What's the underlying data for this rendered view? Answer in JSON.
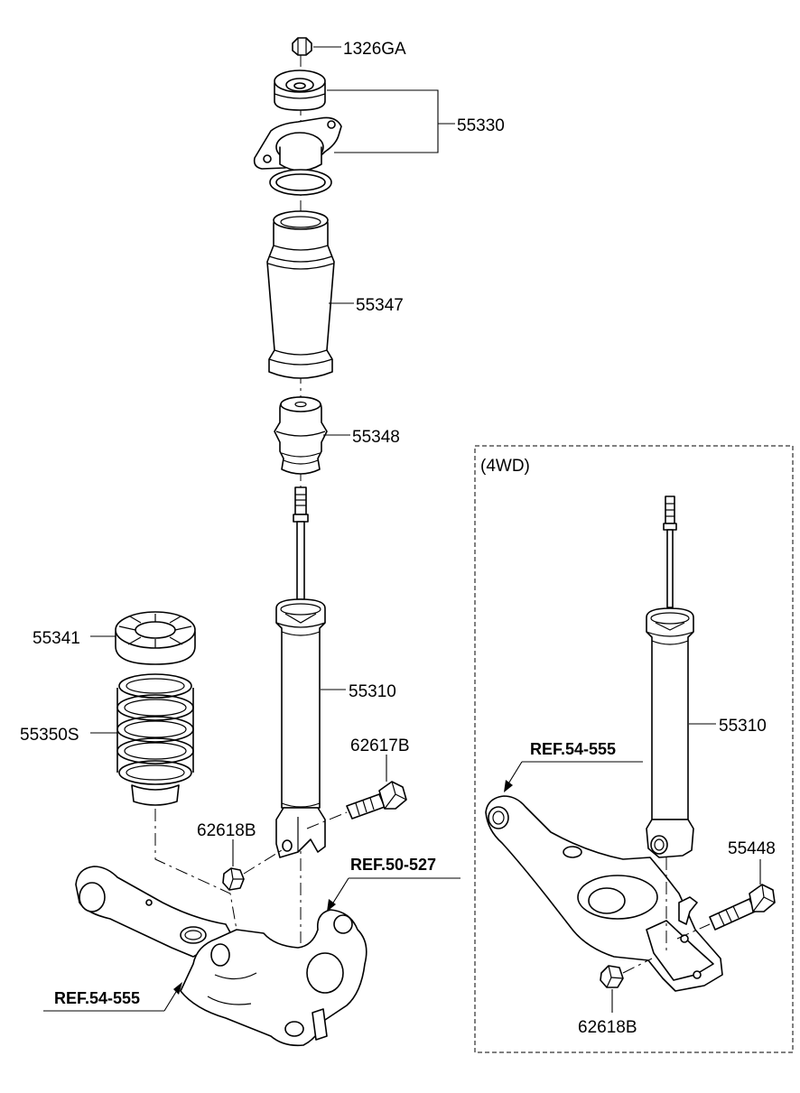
{
  "labels": {
    "nut": "1326GA",
    "mount_assembly": "55330",
    "dust_cover": "55347",
    "bump_stopper": "55348",
    "spring_pad": "55341",
    "coil_spring": "55350S",
    "shock_absorber": "55310",
    "bolt": "62617B",
    "bolt_nut": "62618B",
    "ref_knuckle": "REF.50-527",
    "ref_lower_arm": "REF.54-555"
  },
  "inset": {
    "title": "(4WD)",
    "shock_absorber": "55310",
    "ref_lower_arm": "REF.54-555",
    "bolt": "55448",
    "bolt_nut": "62618B"
  }
}
